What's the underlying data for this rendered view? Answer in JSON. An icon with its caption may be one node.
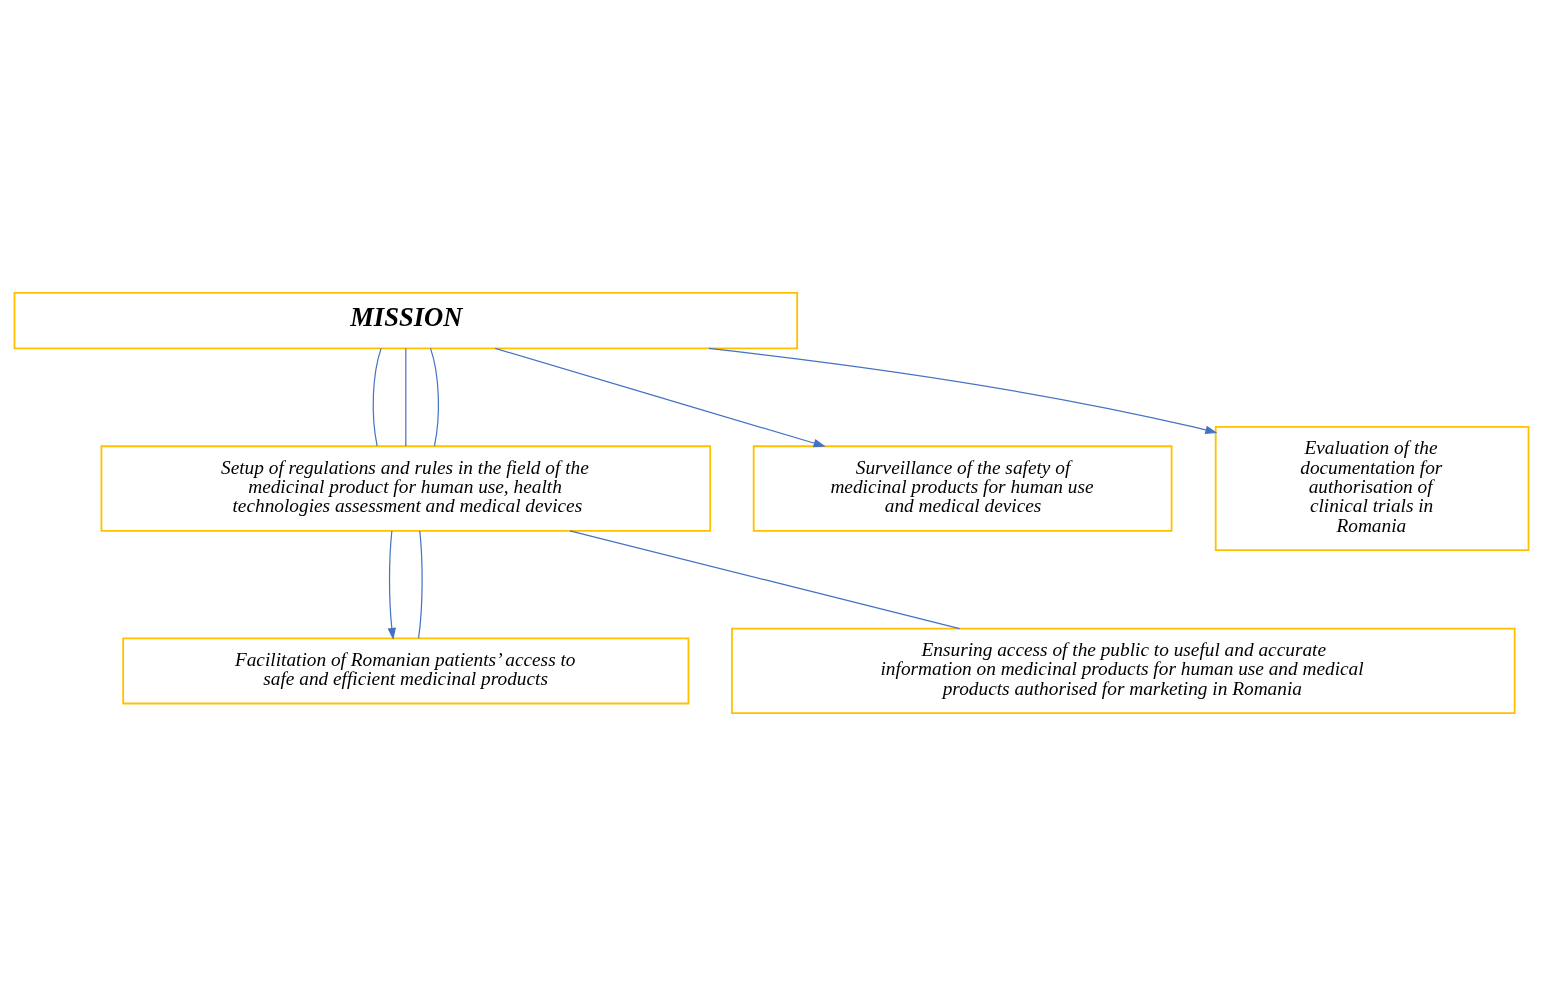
{
  "diagram": {
    "nodes": [
      {
        "text": [
          "MISSION"
        ]
      },
      {
        "text": [
          "Setup of regulations and rules in the field of the medicinal product for human use, health technologies assessment and medical devices"
        ]
      },
      {
        "text": [
          "Surveillance of the safety of medicinal products for human use and medical devices"
        ]
      },
      {
        "text": [
          "Evaluation of the documentation for authorisation of clinical trials in Romania"
        ]
      },
      {
        "text": [
          "Facilitation of Romanian patients’ access to safe and efficient medicinal products"
        ]
      },
      {
        "text": [
          "Ensuring access of the public to useful and accurate information on medicinal products for human use and medical products authorised for marketing in Romania"
        ]
      }
    ],
    "edges": [
      {
        "from": 0,
        "to": 2,
        "arrow": "to"
      },
      {
        "from": 0,
        "to": 1,
        "arrow": "none"
      },
      {
        "from": 1,
        "to": 5,
        "arrow": "none"
      },
      {
        "from": 0,
        "to": 1,
        "arrow": "none"
      },
      {
        "from": 1,
        "to": 4,
        "arrow": "to"
      },
      {
        "from": 0,
        "to": 1,
        "arrow": "none"
      },
      {
        "from": 1,
        "to": 4,
        "arrow": "none"
      },
      {
        "from": 0,
        "to": 3,
        "arrow": "to"
      }
    ]
  }
}
